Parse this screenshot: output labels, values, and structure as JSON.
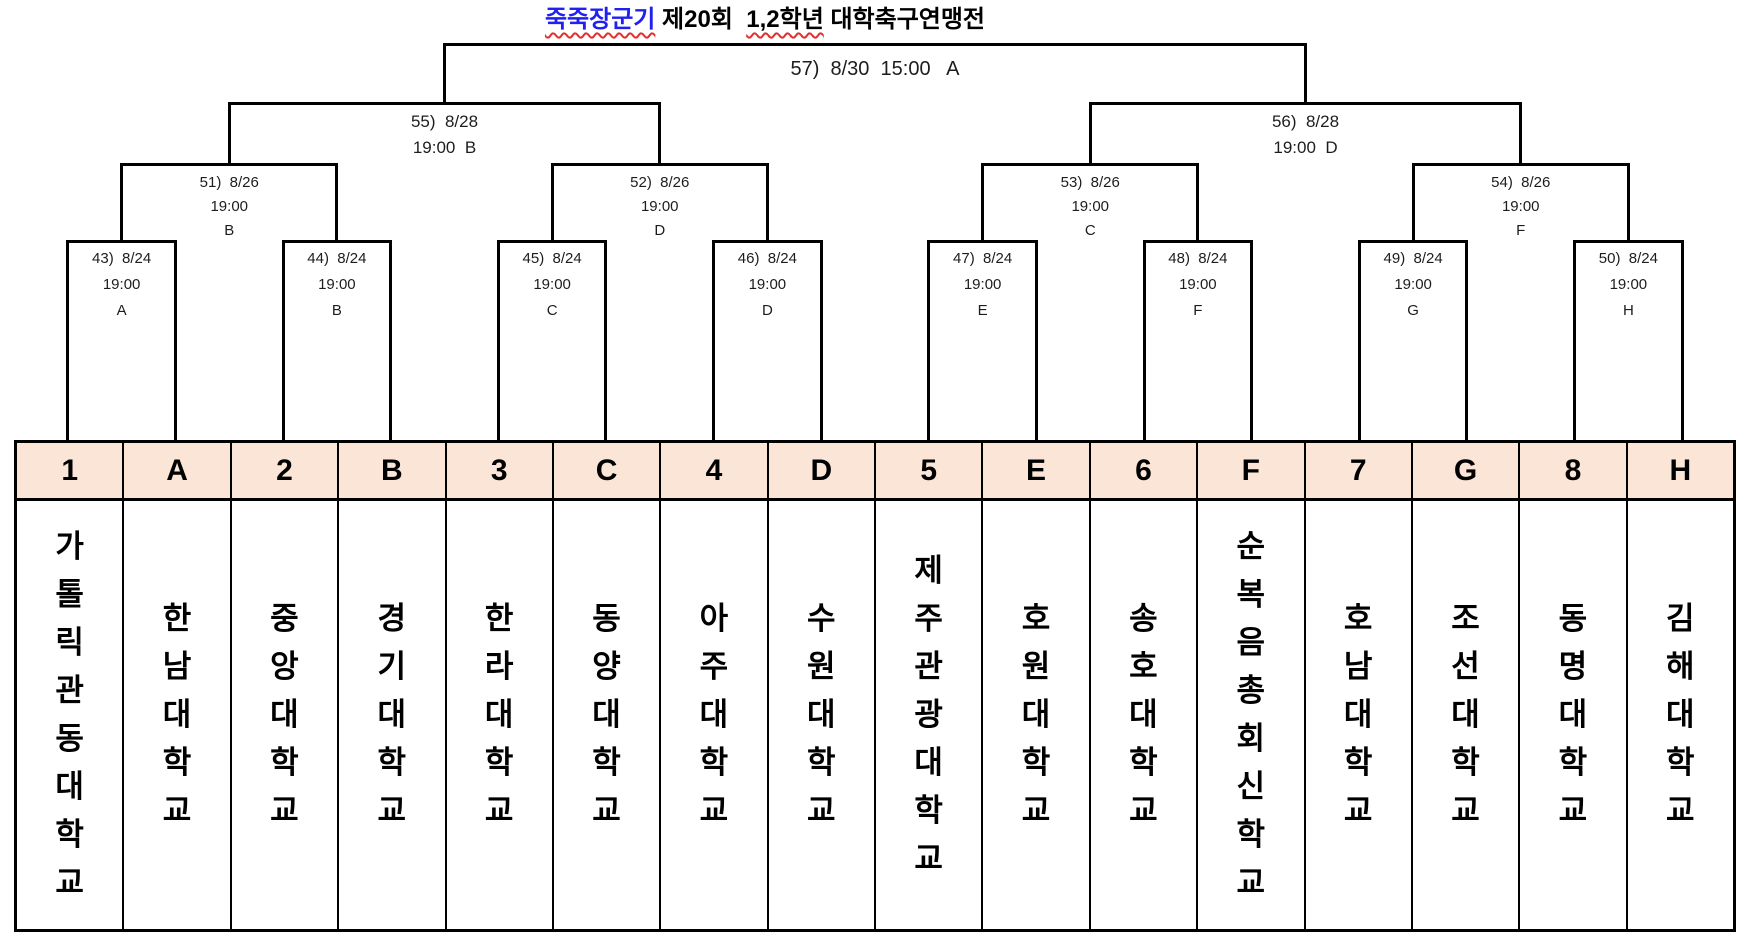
{
  "title": {
    "brand": "죽죽장군기",
    "edition": "제20회",
    "grade": "1,2학년",
    "competition": "대학축구연맹전"
  },
  "bracket": {
    "final": {
      "id": "57)",
      "date": "8/30",
      "time": "15:00",
      "venue": "A"
    },
    "semifinals": [
      {
        "id": "55)",
        "date": "8/28",
        "time": "19:00",
        "venue": "B"
      },
      {
        "id": "56)",
        "date": "8/28",
        "time": "19:00",
        "venue": "D"
      }
    ],
    "quarterfinals": [
      {
        "id": "51)",
        "date": "8/26",
        "time": "19:00",
        "venue": "B"
      },
      {
        "id": "52)",
        "date": "8/26",
        "time": "19:00",
        "venue": "D"
      },
      {
        "id": "53)",
        "date": "8/26",
        "time": "19:00",
        "venue": "C"
      },
      {
        "id": "54)",
        "date": "8/26",
        "time": "19:00",
        "venue": "F"
      }
    ],
    "first_round": [
      {
        "id": "43)",
        "date": "8/24",
        "time": "19:00",
        "venue": "A"
      },
      {
        "id": "44)",
        "date": "8/24",
        "time": "19:00",
        "venue": "B"
      },
      {
        "id": "45)",
        "date": "8/24",
        "time": "19:00",
        "venue": "C"
      },
      {
        "id": "46)",
        "date": "8/24",
        "time": "19:00",
        "venue": "D"
      },
      {
        "id": "47)",
        "date": "8/24",
        "time": "19:00",
        "venue": "E"
      },
      {
        "id": "48)",
        "date": "8/24",
        "time": "19:00",
        "venue": "F"
      },
      {
        "id": "49)",
        "date": "8/24",
        "time": "19:00",
        "venue": "G"
      },
      {
        "id": "50)",
        "date": "8/24",
        "time": "19:00",
        "venue": "H"
      }
    ]
  },
  "seed_table": {
    "headers": [
      "1",
      "A",
      "2",
      "B",
      "3",
      "C",
      "4",
      "D",
      "5",
      "E",
      "6",
      "F",
      "7",
      "G",
      "8",
      "H"
    ],
    "teams": [
      "가톨릭관동대학교",
      "한남대학교",
      "중앙대학교",
      "경기대학교",
      "한라대학교",
      "동양대학교",
      "아주대학교",
      "수원대학교",
      "제주관광대학교",
      "호원대학교",
      "송호대학교",
      "순복음총회신학교",
      "호남대학교",
      "조선대학교",
      "동명대학교",
      "김해대학교"
    ]
  },
  "colors": {
    "header_bg": "#FBE5D6",
    "line": "#000000",
    "title_blue": "#2020F0",
    "misspell_red": "#E03030"
  }
}
